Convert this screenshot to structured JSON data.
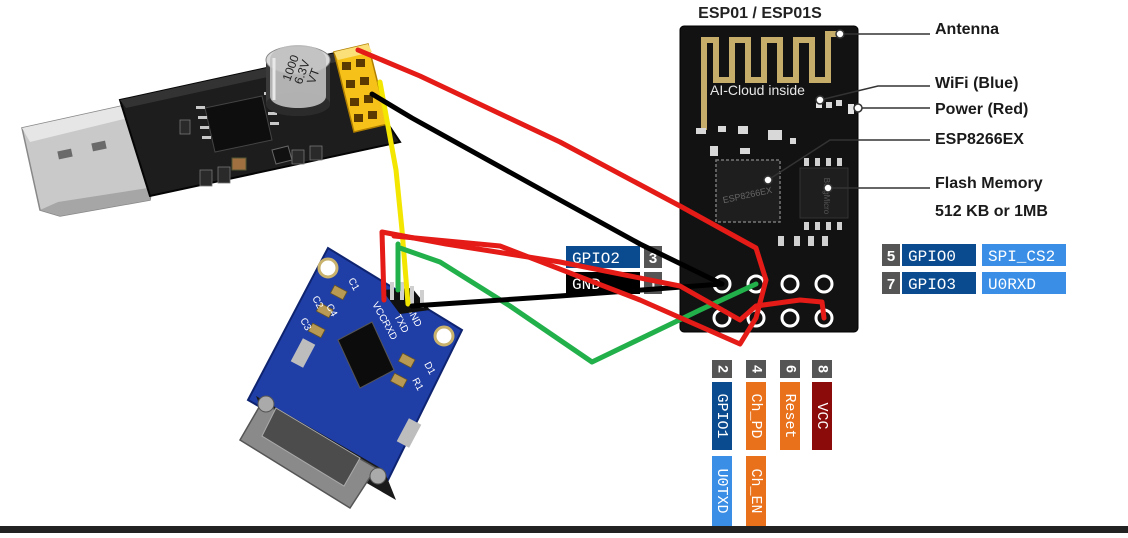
{
  "module": {
    "title": "ESP01 / ESP01S",
    "silkscreen": "AI-Cloud inside",
    "chip_label": "ESP8266EX",
    "flash_chip_label": "BergMicro"
  },
  "callouts": {
    "antenna": "Antenna",
    "wifi_led": "WiFi (Blue)",
    "power_led": "Power (Red)",
    "chip": "ESP8266EX",
    "flash": "Flash Memory",
    "flash_size": "512 KB or 1MB"
  },
  "pins": [
    {
      "num": "3",
      "name": "GPIO2",
      "alt": ""
    },
    {
      "num": "1",
      "name": "GND",
      "alt": ""
    },
    {
      "num": "5",
      "name": "GPIO0",
      "alt": "SPI_CS2"
    },
    {
      "num": "7",
      "name": "GPIO3",
      "alt": "U0RXD"
    },
    {
      "num": "2",
      "name": "GPIO1",
      "alt": "U0TXD"
    },
    {
      "num": "4",
      "name": "Ch_PD",
      "alt": "Ch_EN"
    },
    {
      "num": "6",
      "name": "Reset",
      "alt": ""
    },
    {
      "num": "8",
      "name": "VCC",
      "alt": ""
    }
  ],
  "usb_adapter": {
    "capacitor_lines": [
      "1000",
      "6.3V",
      "VT"
    ]
  },
  "rs232_board": {
    "labels": [
      "VCC",
      "GND",
      "TXD",
      "RXD",
      "C1",
      "C2",
      "C3",
      "C4",
      "R1",
      "D1"
    ]
  },
  "colors": {
    "wire_vcc": "#e41b17",
    "wire_gnd": "#000000",
    "wire_tx": "#f3e600",
    "wire_rx": "#22b04b",
    "pin_gpio": "#0a4b8f",
    "pin_gnd": "#000000",
    "pin_orange": "#e9711c",
    "pin_vcc": "#8b0b0b",
    "pin_alt": "#3a8ee6",
    "pin_number": "#555555"
  }
}
